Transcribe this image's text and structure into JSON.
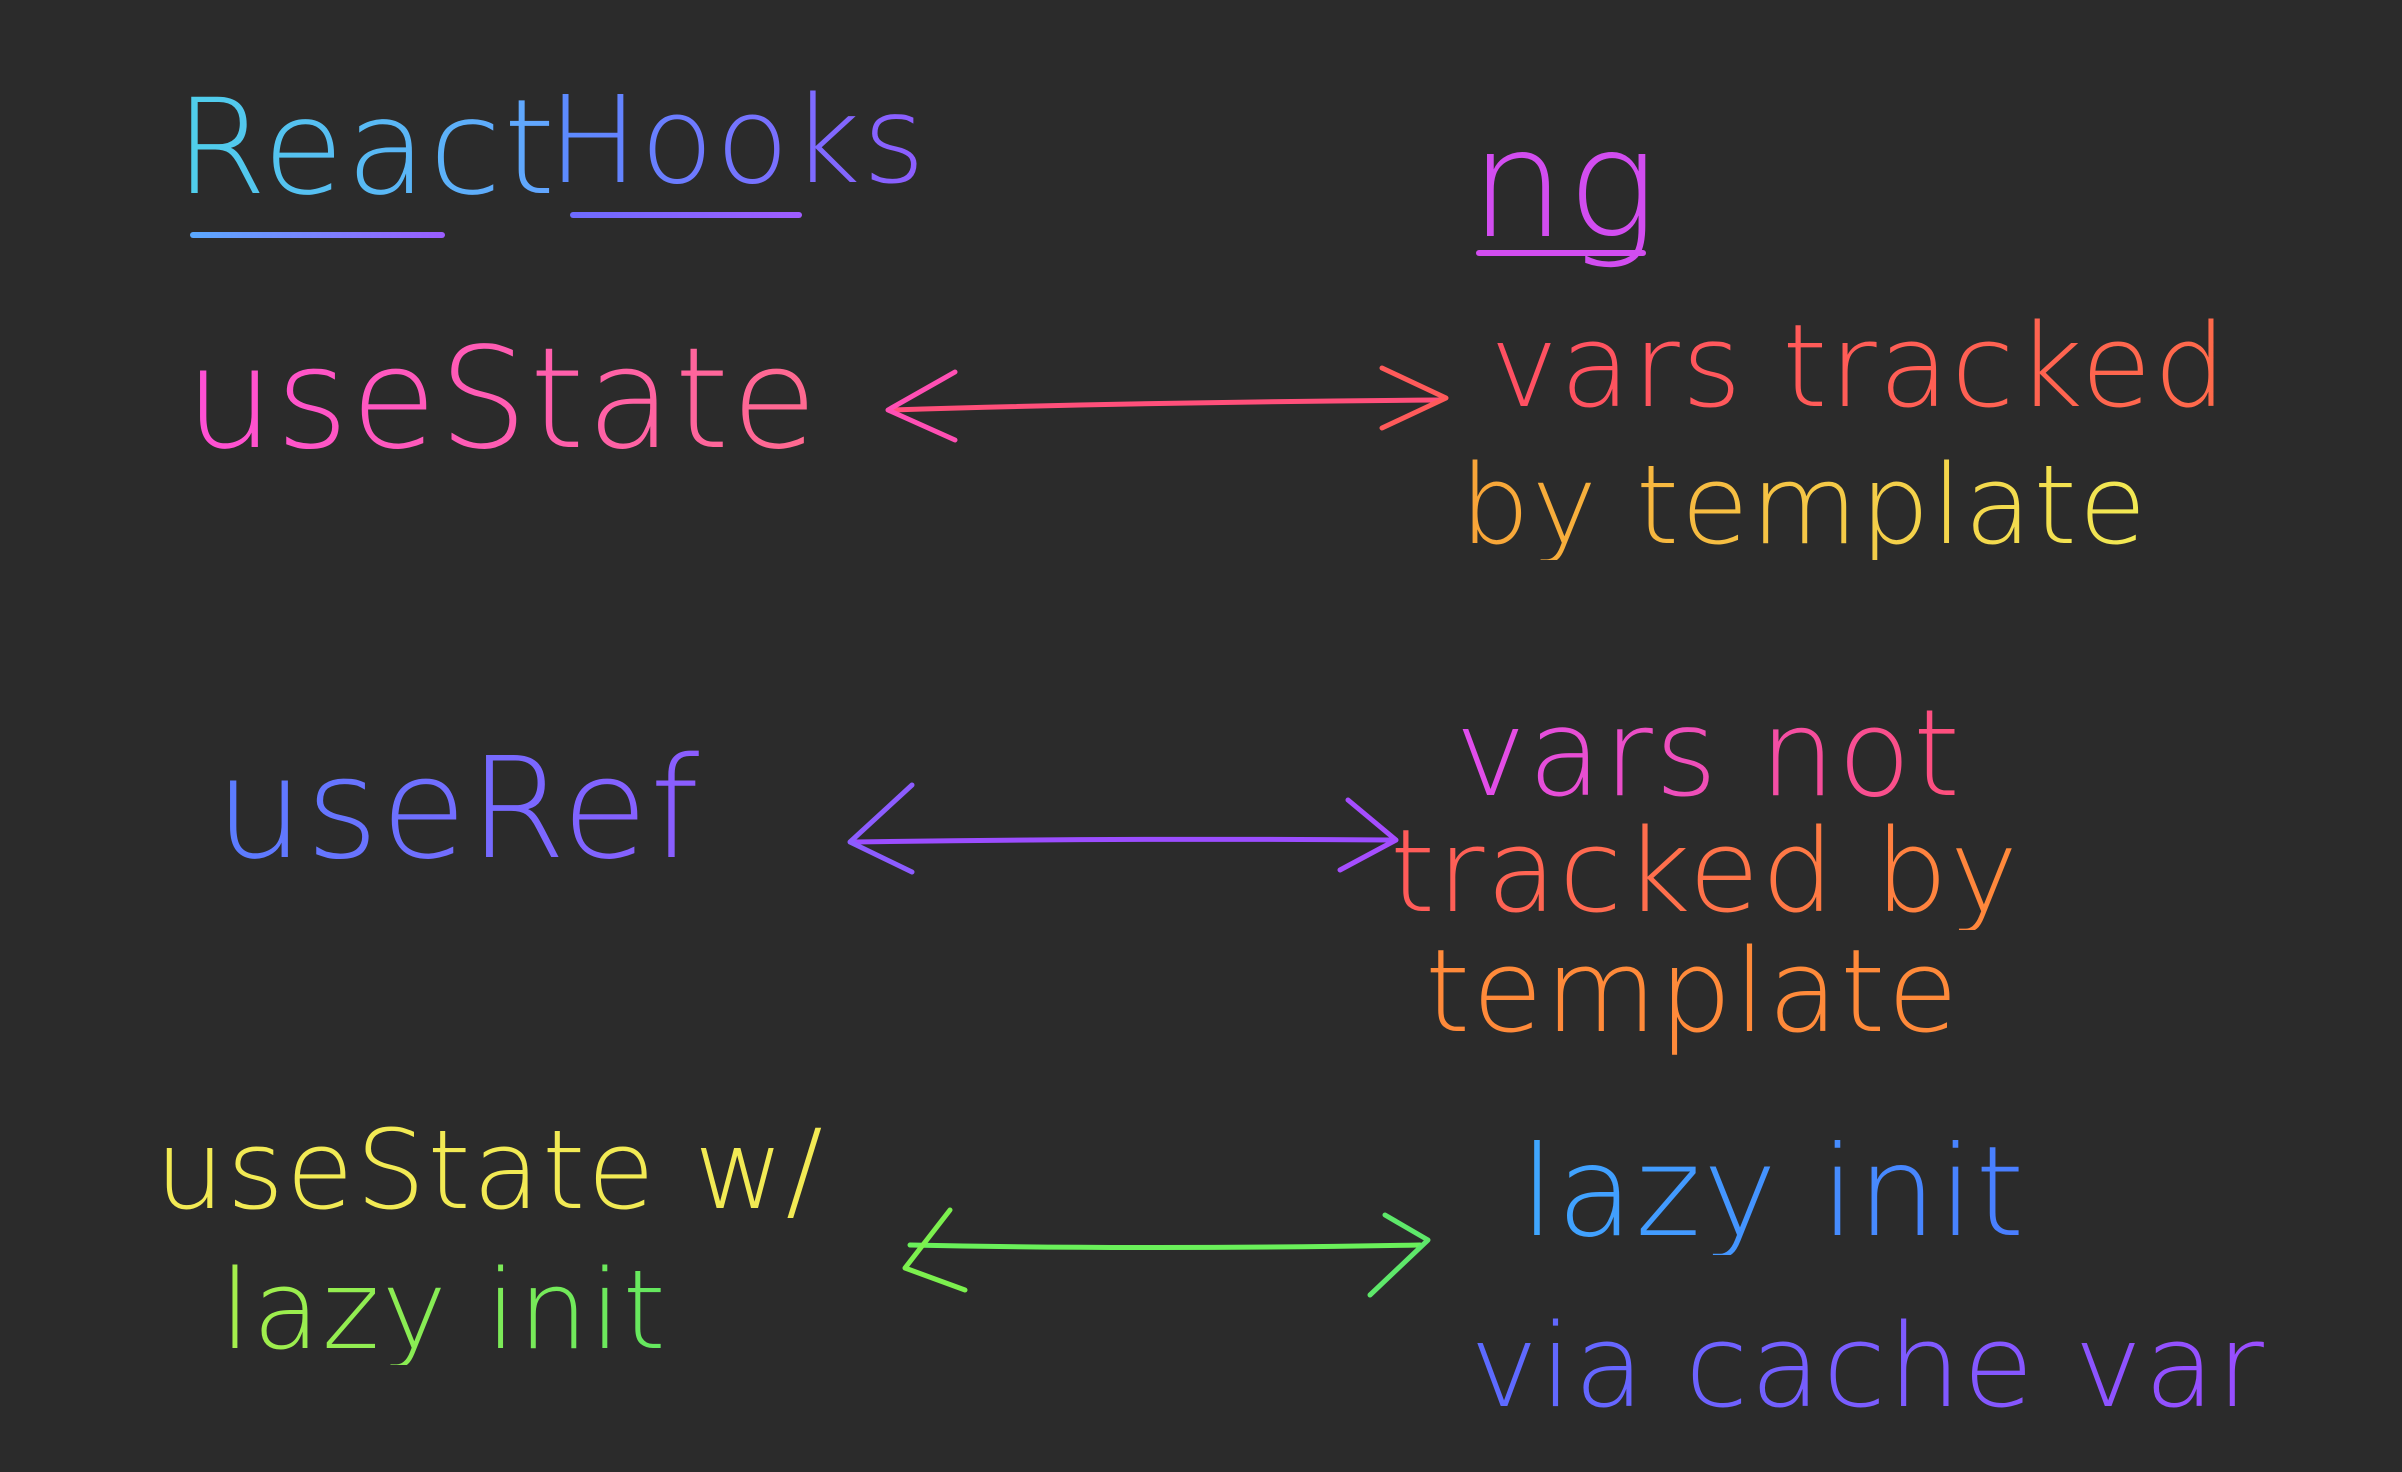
{
  "headings": {
    "left": "React",
    "hooks": "Hooks",
    "right": "ng"
  },
  "rows": [
    {
      "left": "useState",
      "right_lines": [
        "vars tracked",
        "by template"
      ]
    },
    {
      "left": "useRef",
      "right_lines": [
        "vars not",
        "tracked by",
        "template"
      ]
    },
    {
      "left_lines": [
        "useState w/",
        "lazy init"
      ],
      "right_lines": [
        "lazy init",
        "via cache var"
      ]
    }
  ],
  "colors": {
    "background": "#2b2b2b",
    "arrow_row1": "#ff4f7a",
    "arrow_row2": "#9b4dff",
    "arrow_row3": "#6af05a"
  }
}
